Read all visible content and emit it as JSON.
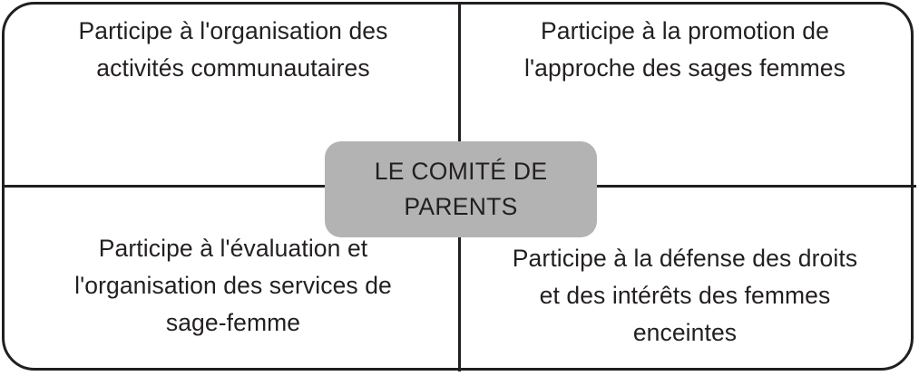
{
  "diagram": {
    "type": "four-quadrant-hub-diagram",
    "center": {
      "label": "LE COMITÉ DE\nPARENTS",
      "fill_color": "#B3B3B3",
      "text_color": "#231F20",
      "shape": "rounded-rectangle"
    },
    "frame": {
      "border_color": "#231F20",
      "background_color": "#FFFFFF",
      "shape": "rounded-rectangle"
    },
    "quadrants": [
      {
        "id": "top-left",
        "position": "top-left",
        "text": "Participe à l'organisation des\nactivités communautaires",
        "lines": [
          "Participe à l'organisation des",
          "activités communautaires"
        ]
      },
      {
        "id": "top-right",
        "position": "top-right",
        "text": "Participe à la promotion de\nl'approche des sages femmes",
        "lines": [
          "Participe à la promotion de",
          "l'approche des sages femmes"
        ]
      },
      {
        "id": "bottom-left",
        "position": "bottom-left",
        "text": "Participe à l'évaluation et\nl'organisation des services de\nsage-femme",
        "lines": [
          "Participe à l'évaluation et",
          "l'organisation des services de",
          "sage-femme"
        ]
      },
      {
        "id": "bottom-right",
        "position": "bottom-right",
        "text": "Participe à la défense des droits\net des intérêts des femmes\nenceintes",
        "lines": [
          "Participe à la défense des droits",
          "et des intérêts des femmes",
          "enceintes"
        ]
      }
    ]
  }
}
